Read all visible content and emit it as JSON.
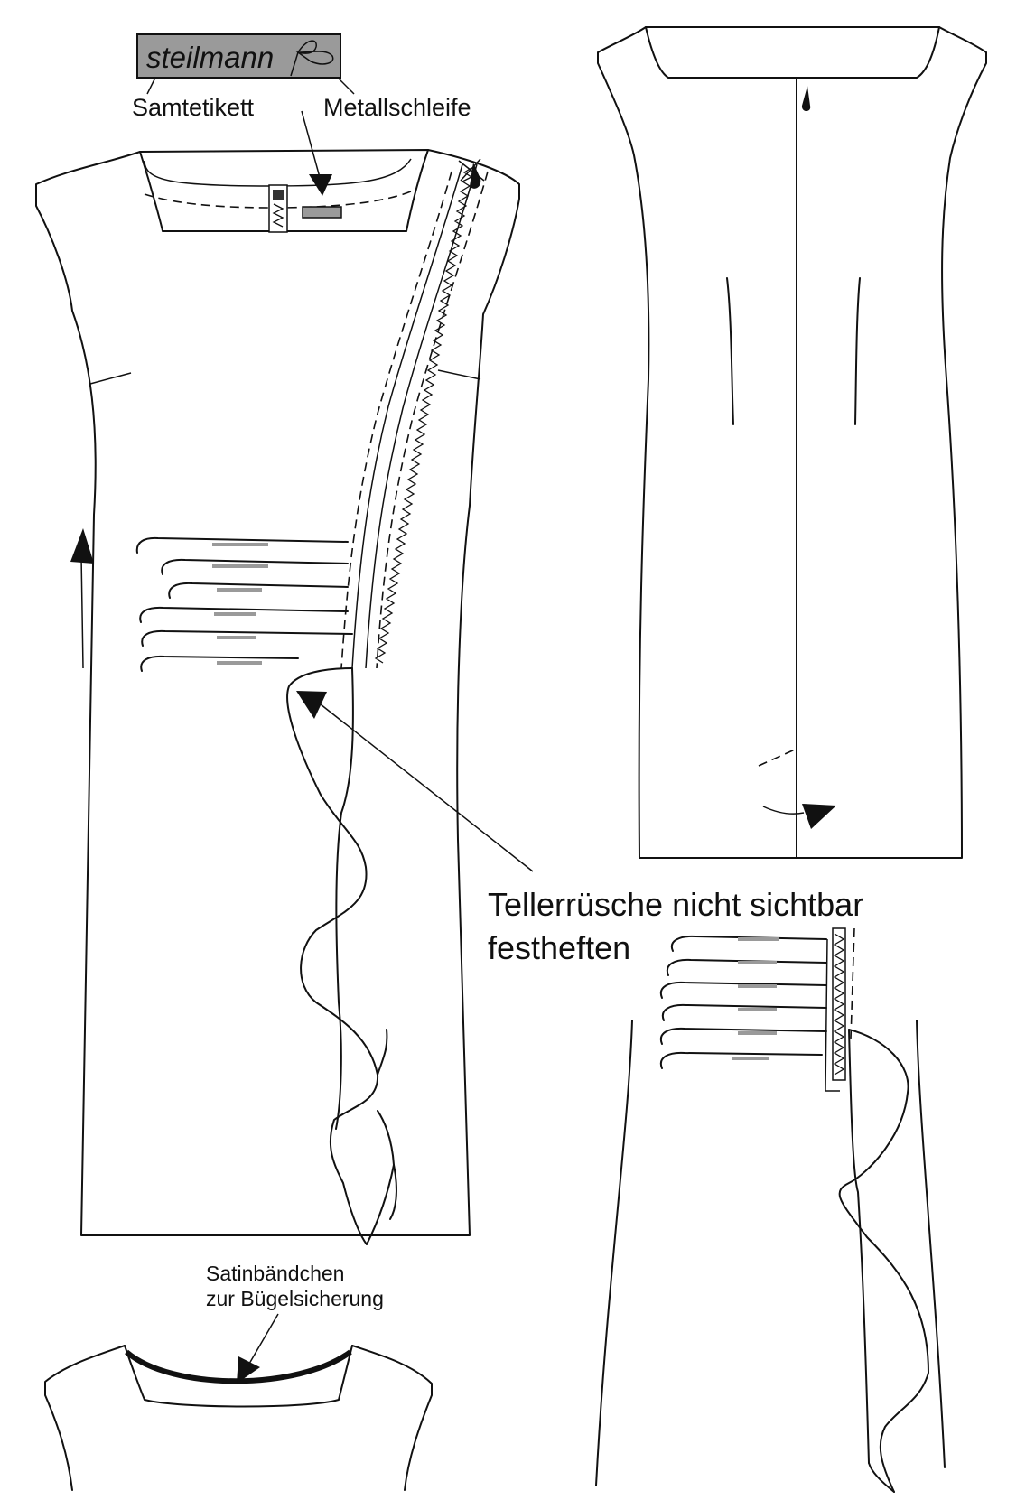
{
  "labels": {
    "brand": "steilmann",
    "velvet_label": "Samtetikett",
    "metal_bow": "Metallschleife",
    "ruffle_line1": "Tellerrüsche nicht sichtbar",
    "ruffle_line2": "festheften",
    "satin_line1": "Satinbändchen",
    "satin_line2": "zur Bügelsicherung"
  },
  "colors": {
    "line": "#111111",
    "label_patch": "#9a9a9a",
    "tack_marks": "#9a9a9a"
  }
}
